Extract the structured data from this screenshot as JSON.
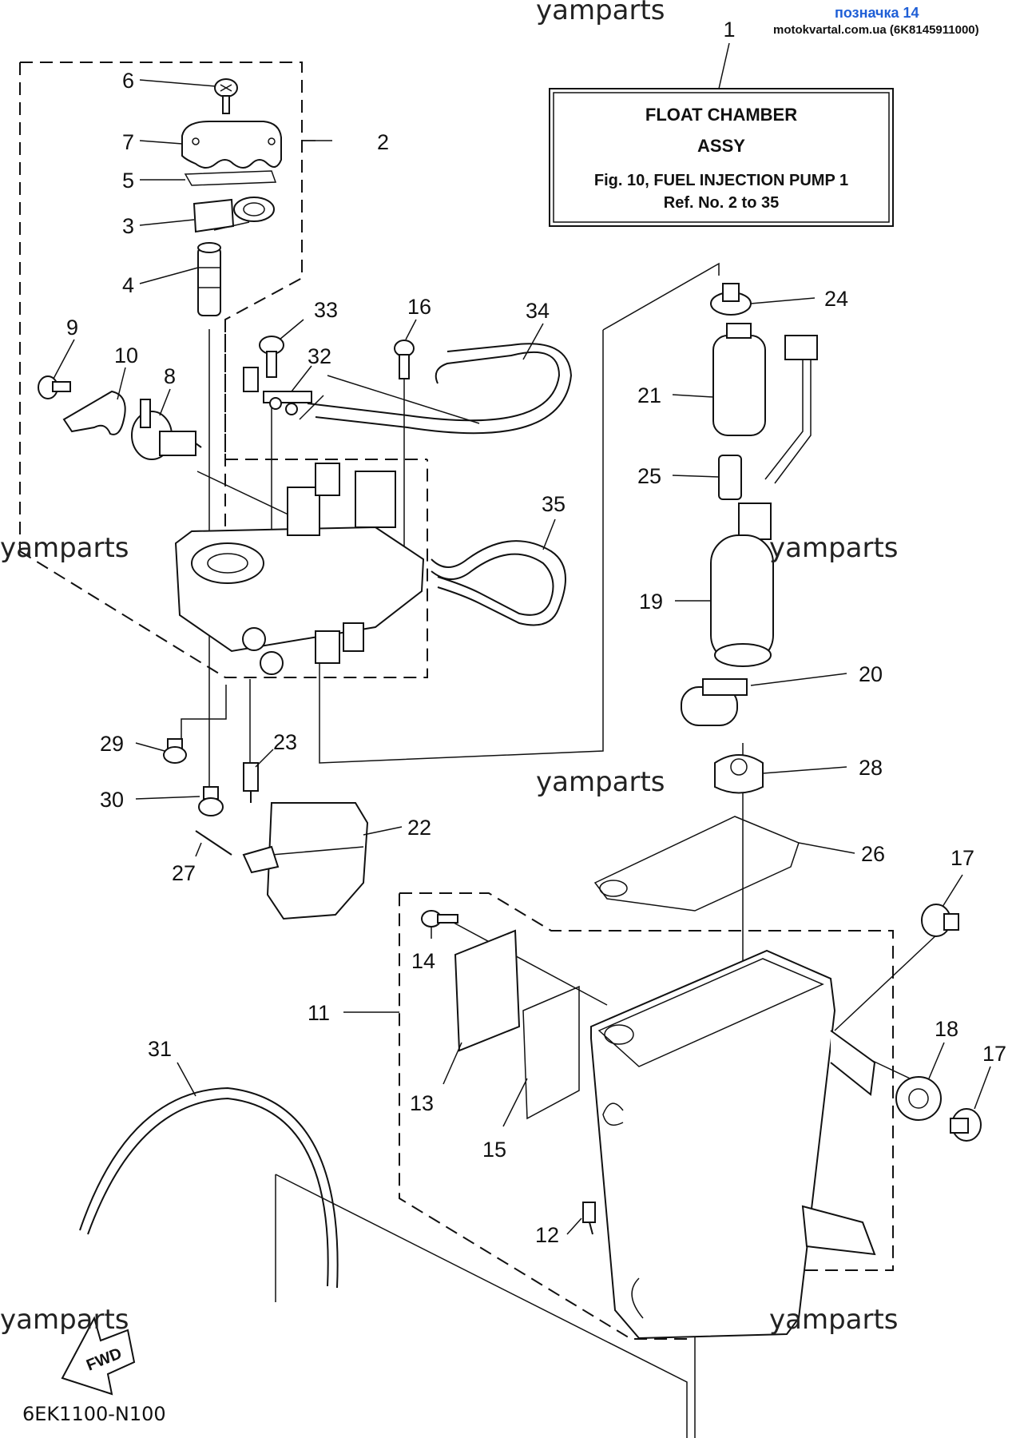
{
  "watermark": "yamparts",
  "header": {
    "site_label": "позначка 14",
    "site_sub": "motokvartal.com.ua (6K8145911000)"
  },
  "title_box": {
    "ref": "1",
    "line1": "FLOAT CHAMBER",
    "line2": "ASSY",
    "line3": "Fig. 10, FUEL INJECTION PUMP 1",
    "line4": "Ref. No. 2 to 35"
  },
  "callouts": [
    "2",
    "3",
    "4",
    "5",
    "6",
    "7",
    "8",
    "9",
    "10",
    "11",
    "12",
    "13",
    "14",
    "15",
    "16",
    "17",
    "17",
    "18",
    "19",
    "20",
    "21",
    "22",
    "23",
    "24",
    "25",
    "26",
    "27",
    "28",
    "29",
    "30",
    "31",
    "32",
    "33",
    "34",
    "35"
  ],
  "fwd_label": "FWD",
  "diagram_code": "6EK1100-N100"
}
